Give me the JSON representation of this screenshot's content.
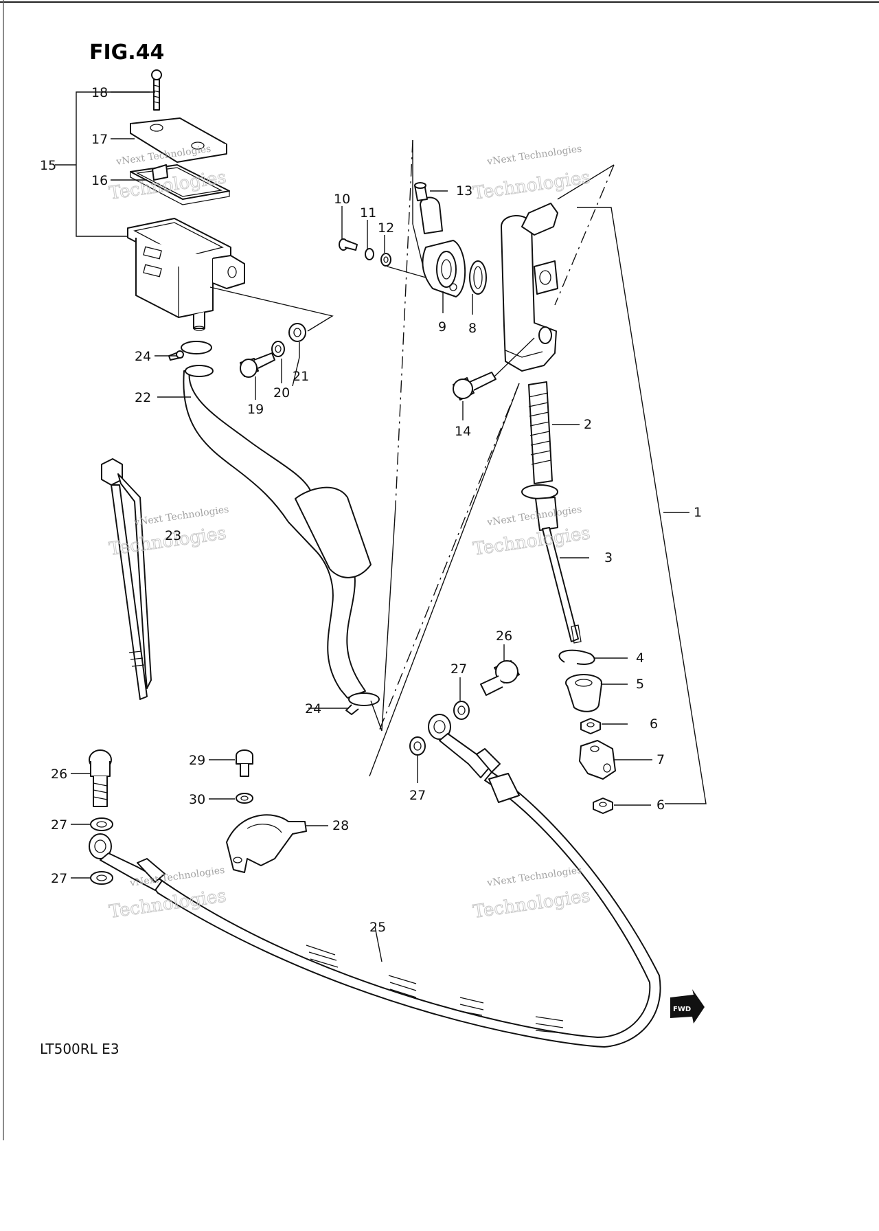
{
  "figure": {
    "title": "FIG.44",
    "model": "LT500RL  E3",
    "direction_label": "FWD"
  },
  "watermark": {
    "line1": "vNext Technologies",
    "line2": "Technologies"
  },
  "callouts": [
    {
      "id": "c1",
      "text": "1"
    },
    {
      "id": "c2",
      "text": "2"
    },
    {
      "id": "c3",
      "text": "3"
    },
    {
      "id": "c4",
      "text": "4"
    },
    {
      "id": "c5",
      "text": "5"
    },
    {
      "id": "c6a",
      "text": "6"
    },
    {
      "id": "c6b",
      "text": "6"
    },
    {
      "id": "c7",
      "text": "7"
    },
    {
      "id": "c8",
      "text": "8"
    },
    {
      "id": "c9",
      "text": "9"
    },
    {
      "id": "c10",
      "text": "10"
    },
    {
      "id": "c11",
      "text": "11"
    },
    {
      "id": "c12",
      "text": "12"
    },
    {
      "id": "c13",
      "text": "13"
    },
    {
      "id": "c14",
      "text": "14"
    },
    {
      "id": "c15",
      "text": "15"
    },
    {
      "id": "c16",
      "text": "16"
    },
    {
      "id": "c17",
      "text": "17"
    },
    {
      "id": "c18",
      "text": "18"
    },
    {
      "id": "c19",
      "text": "19"
    },
    {
      "id": "c20",
      "text": "20"
    },
    {
      "id": "c21",
      "text": "21"
    },
    {
      "id": "c22",
      "text": "22"
    },
    {
      "id": "c23",
      "text": "23"
    },
    {
      "id": "c24a",
      "text": "24"
    },
    {
      "id": "c24b",
      "text": "24"
    },
    {
      "id": "c25",
      "text": "25"
    },
    {
      "id": "c26a",
      "text": "26"
    },
    {
      "id": "c26b",
      "text": "26"
    },
    {
      "id": "c27a",
      "text": "27"
    },
    {
      "id": "c27b",
      "text": "27"
    },
    {
      "id": "c27c",
      "text": "27"
    },
    {
      "id": "c27d",
      "text": "27"
    },
    {
      "id": "c28",
      "text": "28"
    },
    {
      "id": "c29",
      "text": "29"
    },
    {
      "id": "c30",
      "text": "30"
    }
  ]
}
